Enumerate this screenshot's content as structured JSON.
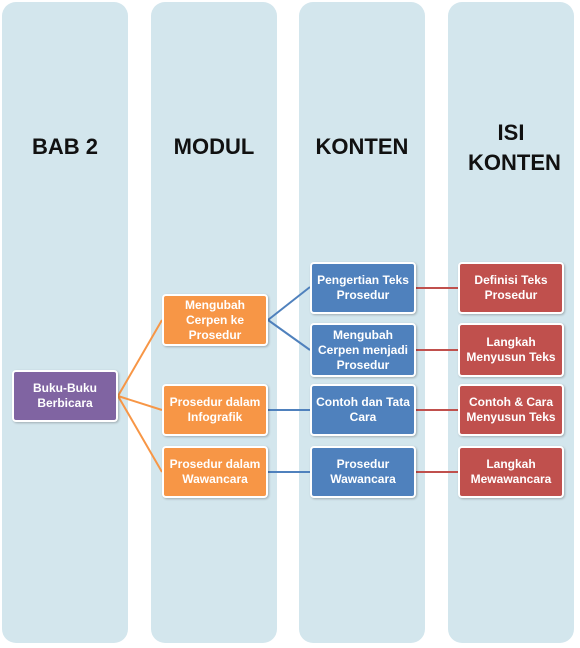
{
  "columns": [
    {
      "title": "BAB 2"
    },
    {
      "title": "MODUL"
    },
    {
      "title": "KONTEN"
    },
    {
      "title": "ISI KONTEN"
    }
  ],
  "nodes": {
    "root": "Buku-Buku Berbicara",
    "modul_1": "Mengubah Cerpen ke Prosedur",
    "modul_2": "Prosedur dalam Infografik",
    "modul_3": "Prosedur dalam Wawancara",
    "konten_1": "Pengertian Teks Prosedur",
    "konten_2": "Mengubah Cerpen menjadi Prosedur",
    "konten_3": "Contoh dan Tata Cara",
    "konten_4": "Prosedur Wawancara",
    "isi_1": "Definisi Teks Prosedur",
    "isi_2": "Langkah Menyusun Teks",
    "isi_3": "Contoh & Cara Menyusun Teks",
    "isi_4": "Langkah Mewawancara"
  },
  "colors": {
    "column_bg": "#d3e6ed",
    "root": "#8064a2",
    "modul": "#f79646",
    "konten": "#4f81bd",
    "isi": "#c0504d"
  }
}
